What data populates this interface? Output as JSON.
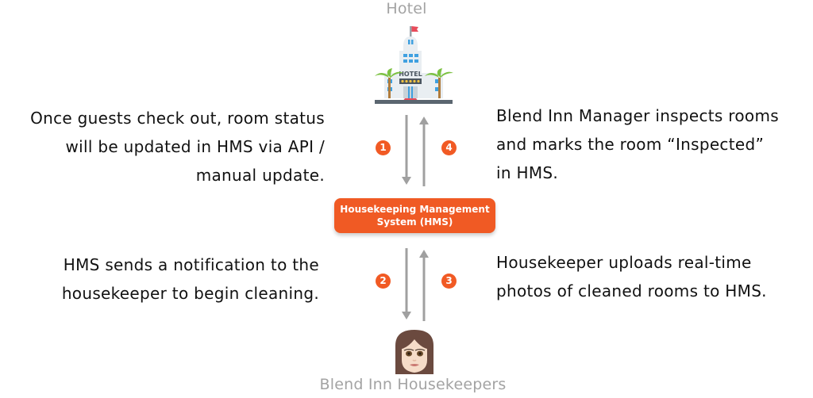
{
  "nodes": {
    "hotel": {
      "label": "Hotel",
      "sign": "HOTEL",
      "icon": "hotel-icon"
    },
    "hms": {
      "line1": "Housekeeping Management",
      "line2": "System (HMS)"
    },
    "housekeepers": {
      "label": "Blend Inn Housekeepers",
      "icon": "housekeeper-avatar-icon"
    }
  },
  "steps": [
    {
      "number": "1",
      "direction": "down",
      "text_lines": [
        "Once guests check out, room status",
        "will be updated in HMS via API /",
        "manual update."
      ]
    },
    {
      "number": "2",
      "direction": "down",
      "text_lines": [
        "HMS sends a notification to the",
        "housekeeper to begin cleaning."
      ]
    },
    {
      "number": "3",
      "direction": "up",
      "text_lines": [
        "Housekeeper uploads real-time",
        "photos of cleaned rooms to HMS."
      ]
    },
    {
      "number": "4",
      "direction": "up",
      "text_lines": [
        "Blend Inn Manager inspects rooms",
        "and marks the room “Inspected”",
        "in HMS."
      ]
    }
  ],
  "colors": {
    "accent": "#f05a24",
    "arrow": "#a0a0a0",
    "label_gray": "#a3a3a3",
    "text": "#111111"
  }
}
